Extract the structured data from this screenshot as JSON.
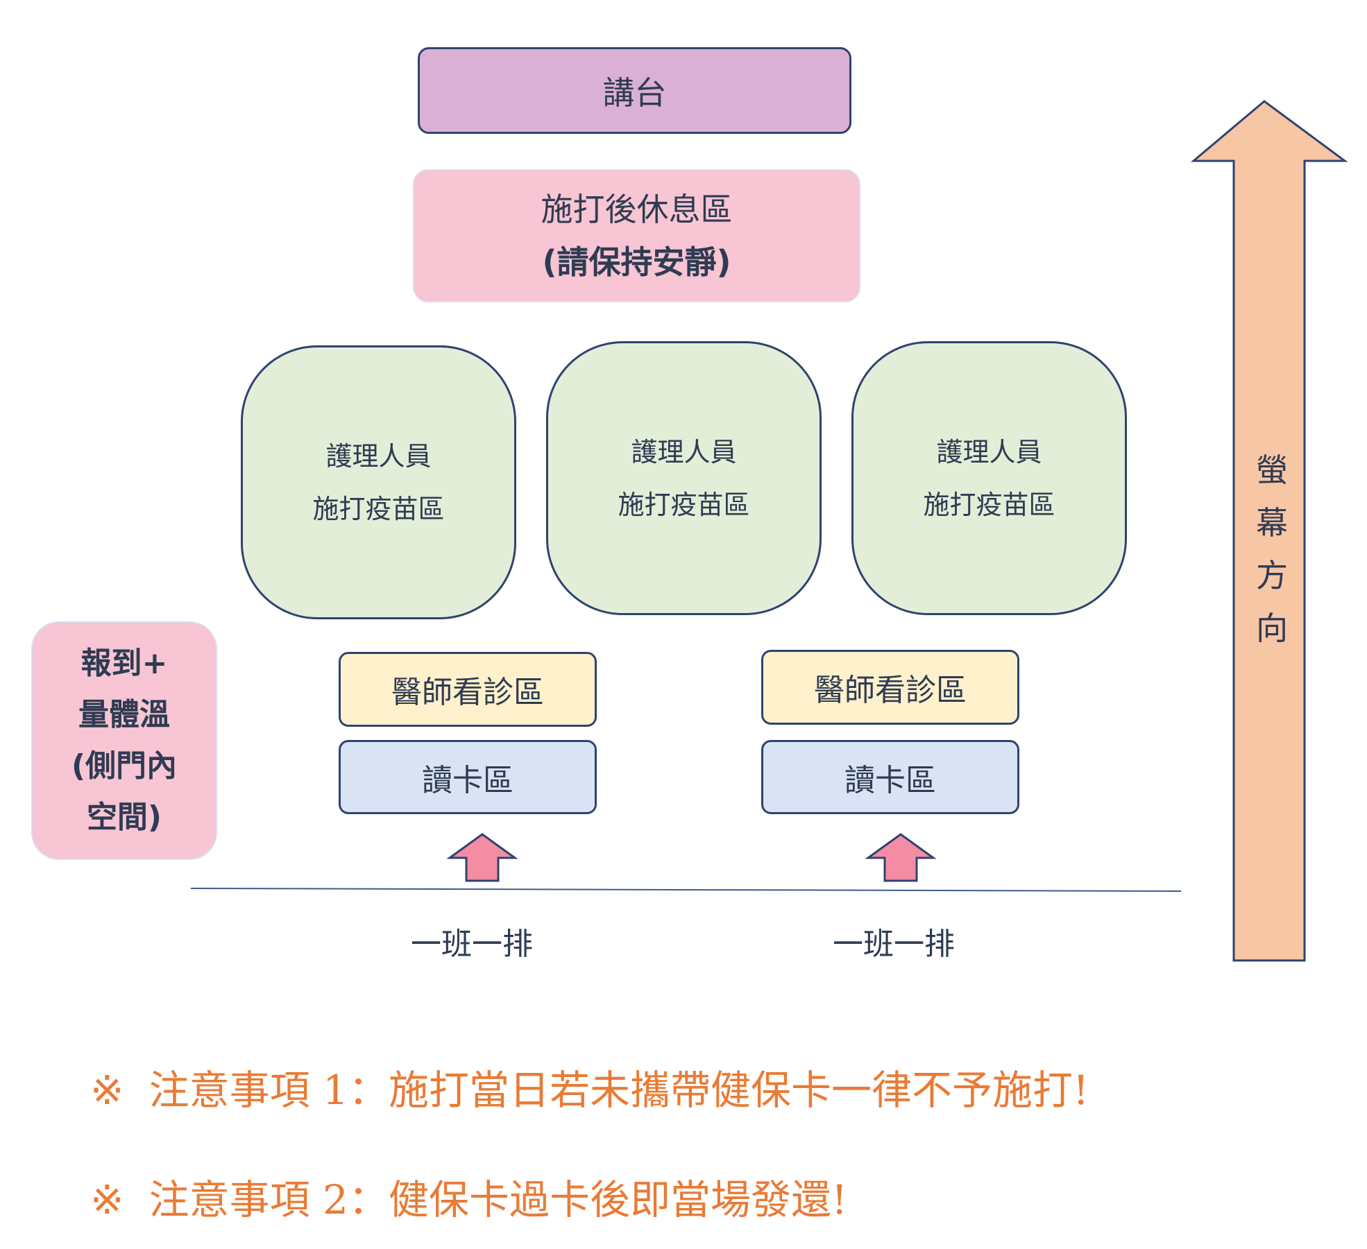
{
  "podium": {
    "label": "講台"
  },
  "rest_area": {
    "line1": "施打後休息區",
    "line2": "(請保持安靜)"
  },
  "nurse_stations": [
    {
      "line1": "護理人員",
      "line2": "施打疫苗區"
    },
    {
      "line1": "護理人員",
      "line2": "施打疫苗區"
    },
    {
      "line1": "護理人員",
      "line2": "施打疫苗區"
    }
  ],
  "doctor_areas": [
    {
      "label": "醫師看診區"
    },
    {
      "label": "醫師看診區"
    }
  ],
  "card_reader_areas": [
    {
      "label": "讀卡區"
    },
    {
      "label": "讀卡區"
    }
  ],
  "checkin": {
    "lines": [
      "報到+",
      "量體溫",
      "(側門內",
      "空間)"
    ]
  },
  "queues": [
    {
      "label": "一班一排"
    },
    {
      "label": "一班一排"
    }
  ],
  "screen_direction": {
    "chars": [
      "螢",
      "幕",
      "方",
      "向"
    ]
  },
  "notes": [
    {
      "mark": "※",
      "text": "注意事項 1：施打當日若未攜帶健保卡一律不予施打!"
    },
    {
      "mark": "※",
      "text": "注意事項 2：健保卡過卡後即當場發還!"
    }
  ],
  "colors": {
    "podium": "#dbb0d5",
    "rest_area": "#f7c5d3",
    "nurse_station": "#e2eed7",
    "doctor_area": "#fef1cc",
    "card_reader": "#d9e3f4",
    "entry_arrow": "#f48ca3",
    "screen_arrow": "#f7c6a5",
    "note_text": "#e97b35",
    "border": "#2f4370"
  },
  "icons": {
    "entry_arrow": "arrow-up-icon",
    "screen_arrow": "arrow-up-icon"
  }
}
